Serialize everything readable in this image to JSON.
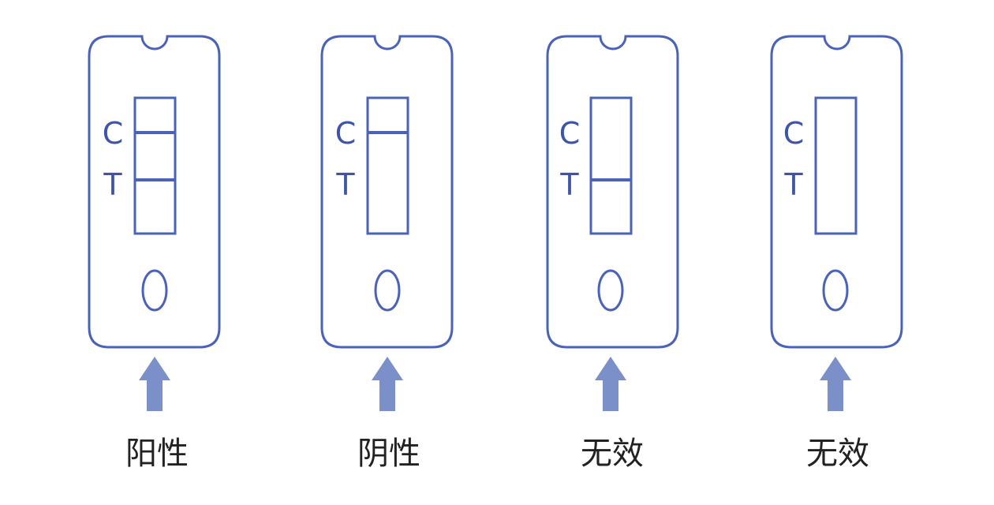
{
  "markers": {
    "control": "C",
    "test": "T"
  },
  "colors": {
    "outline": "#4a63b8",
    "marker_text": "#3d54a8",
    "arrow": "#7b8fc8",
    "result_text": "#222222",
    "background": "#ffffff"
  },
  "cards": [
    {
      "result": "阳性",
      "control_line": true,
      "test_line": true,
      "arrow": "arrow-up-icon"
    },
    {
      "result": "阴性",
      "control_line": true,
      "test_line": false,
      "arrow": "arrow-up-icon"
    },
    {
      "result": "无效",
      "control_line": false,
      "test_line": true,
      "arrow": "arrow-up-icon"
    },
    {
      "result": "无效",
      "control_line": false,
      "test_line": false,
      "arrow": "arrow-up-icon"
    }
  ]
}
